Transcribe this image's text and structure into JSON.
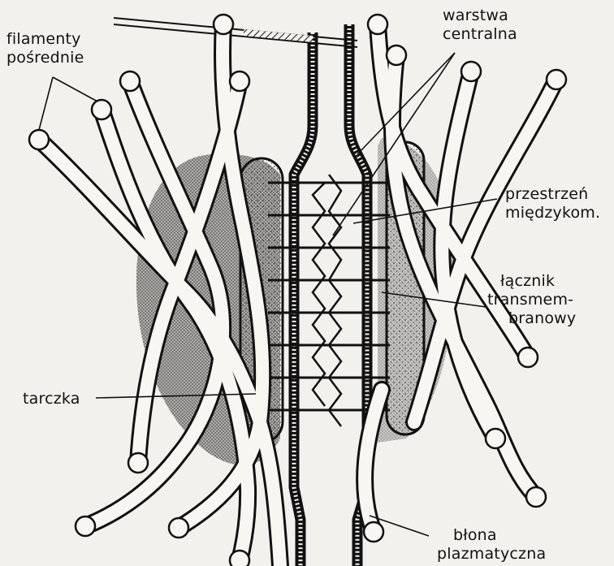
{
  "labels": {
    "filaments": [
      "filamenty",
      "pośrednie"
    ],
    "central_layer": [
      "warstwa",
      "centralna"
    ],
    "intercellular_space": [
      "przestrzeń",
      "międzykom."
    ],
    "transmembrane_linker": [
      "łącznik",
      "transmem-",
      "branowy"
    ],
    "plaque": "tarczka",
    "plasma_membrane": [
      "błona",
      "plazmatyczna"
    ]
  },
  "colors": {
    "ink": "#111111",
    "paper": "#f2f1ee",
    "fiber_fill": "#f7f6f3",
    "stipple": "#222222"
  }
}
